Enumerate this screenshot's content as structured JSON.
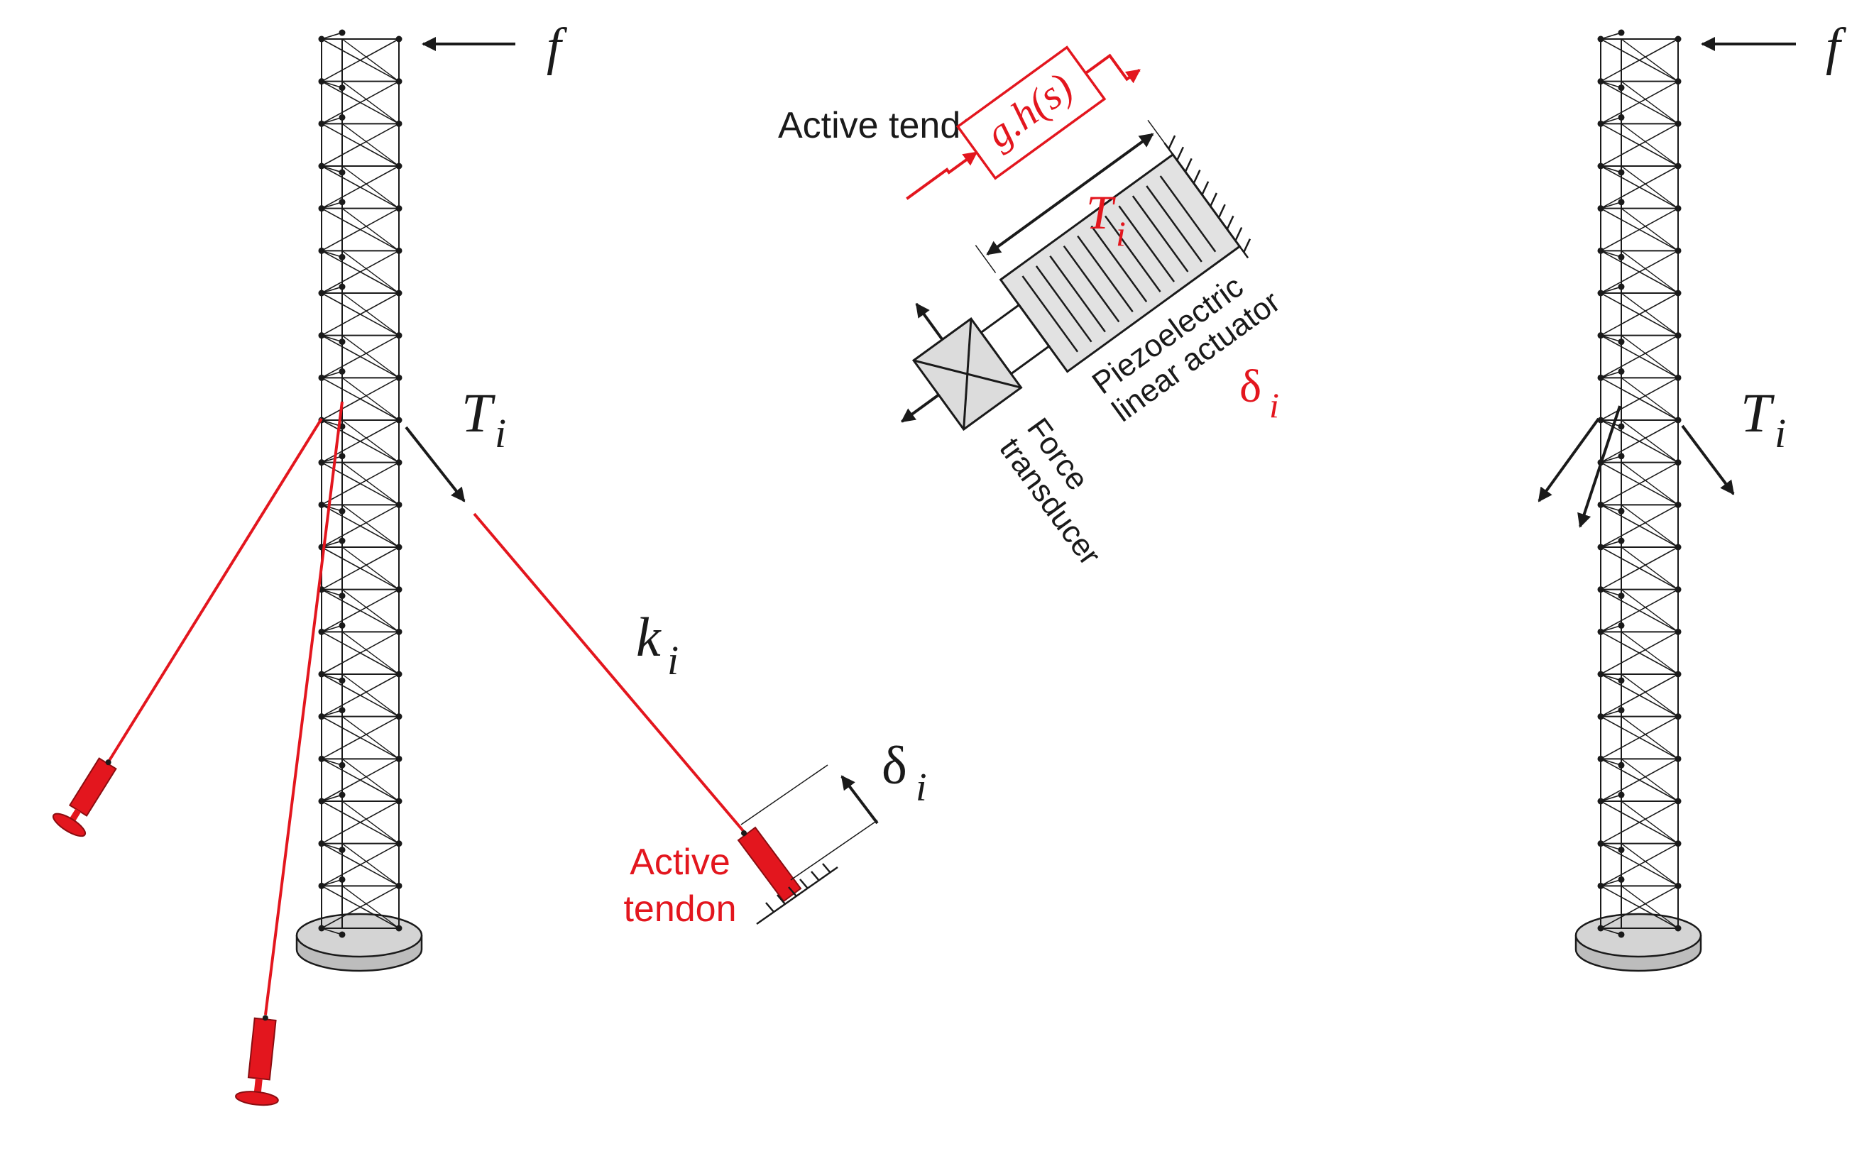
{
  "colors": {
    "tendon": "#e3161e",
    "ink": "#1a1a1a",
    "fill_gray": "#d9d9d9",
    "base_gray": "#cfcfcf"
  },
  "labels": {
    "f": "f",
    "T": "T",
    "i": "i",
    "k": "k",
    "delta": "δ",
    "active_tendon_title": "Active tendon",
    "active_tendon_line1": "Active",
    "active_tendon_line2": "tendon",
    "force_line1": "Force",
    "force_line2": "transducer",
    "piezo_line1": "Piezoelectric",
    "piezo_line2": "linear actuator",
    "controller": "g.h(s)"
  }
}
